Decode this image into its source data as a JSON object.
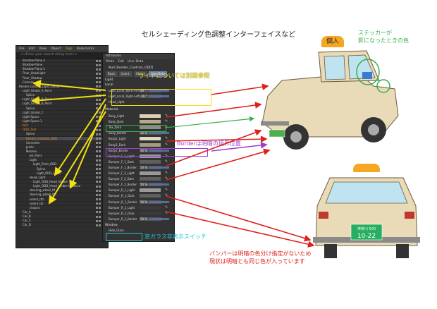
{
  "title": "セルシェーディング色調整インターフェイスなど",
  "object_manager": {
    "menu": [
      "File",
      "Edit",
      "View",
      "Object",
      "Tags",
      "Bookmarks"
    ],
    "search_placeholder": "<<Enter your search string here>>",
    "rows": [
      {
        "label": "Shadow-Plane.2",
        "indent": 1
      },
      {
        "label": "Shadow-Plane",
        "indent": 1
      },
      {
        "label": "Shadow-Plane.1",
        "indent": 1
      },
      {
        "label": "Floor_HeadLight",
        "indent": 1
      },
      {
        "label": "Floor_Shadow",
        "indent": 1
      },
      {
        "label": "Camera",
        "indent": 1
      },
      {
        "label": "Render_Control_Light_Global",
        "indent": 0
      },
      {
        "label": "Light_Global_A_Point",
        "indent": 1
      },
      {
        "label": "Spline",
        "indent": 2
      },
      {
        "label": "Light_Global_B_Point",
        "indent": 1
      },
      {
        "label": "Light_Global_B_Point",
        "indent": 1
      },
      {
        "label": "Spline",
        "indent": 2
      },
      {
        "label": "Light_Global_C",
        "indent": 1
      },
      {
        "label": "Light-Space",
        "indent": 1
      },
      {
        "label": "Light-Space.1",
        "indent": 1
      },
      {
        "label": "Null",
        "indent": 1,
        "orange": true
      },
      {
        "label": "ODD_Test",
        "indent": 1,
        "orange": true
      },
      {
        "label": "Spline",
        "indent": 2
      },
      {
        "label": "Render_Controls_ODD",
        "indent": 2,
        "orange": true
      },
      {
        "label": "Controller",
        "indent": 2
      },
      {
        "label": "Joints",
        "indent": 2
      },
      {
        "label": "Meshes",
        "indent": 2
      },
      {
        "label": "Jet_Point",
        "indent": 3
      },
      {
        "label": "Light",
        "indent": 3
      },
      {
        "label": "Light_Point_ODD",
        "indent": 4
      },
      {
        "label": "Spline",
        "indent": 5
      },
      {
        "label": "Light_ODD_Local",
        "indent": 5
      },
      {
        "label": "Head_Light",
        "indent": 3
      },
      {
        "label": "Light_ODD_Head_Visible",
        "indent": 4
      },
      {
        "label": "Light_ODD_Head_Visible Instance",
        "indent": 4
      },
      {
        "label": "steering_wheel_tfl",
        "indent": 3
      },
      {
        "label": "steering_wheel_tfh",
        "indent": 3
      },
      {
        "label": "solent_tfd",
        "indent": 3
      },
      {
        "label": "solent_tbr",
        "indent": 3
      },
      {
        "label": "chassis",
        "indent": 3
      },
      {
        "label": "Car_A",
        "indent": 1
      },
      {
        "label": "Car_B",
        "indent": 1
      },
      {
        "label": "Car_C",
        "indent": 1
      },
      {
        "label": "Car_D",
        "indent": 1
      }
    ]
  },
  "attribute_manager": {
    "header": "Attributes",
    "menu": [
      "Mode",
      "Edit",
      "User Data"
    ],
    "object": "Null [Render_Controls_ODD]",
    "tabs": [
      "Basic",
      "Coord.",
      "Object",
      "User Data"
    ],
    "active_tab": "User Data",
    "sections": {
      "light": "Light",
      "local": "Local",
      "material": "Material",
      "window": "Window"
    },
    "local_rows": [
      {
        "label": "Light_Local_Back-Front",
        "value": "40 °"
      },
      {
        "label": "Light_Local_Right-Left",
        "value": "-20 °"
      },
      {
        "label": "Head_Light",
        "value": ""
      }
    ],
    "material_rows": [
      {
        "label": "Body_Light",
        "kind": "swatch",
        "color": "#ddd0b7"
      },
      {
        "label": "Body_Dark",
        "kind": "swatch",
        "color": "#b8a88a"
      },
      {
        "label": "Tox_Dark",
        "kind": "swatch",
        "color": "#8c8c8c"
      },
      {
        "label": "Body_Border",
        "kind": "value",
        "value": "56 %"
      },
      {
        "label": "Body2_Light",
        "kind": "swatch",
        "color": "#e3d6bf"
      },
      {
        "label": "Body2_Dark",
        "kind": "swatch",
        "color": "#a79a82"
      },
      {
        "label": "Body2_Border",
        "kind": "value",
        "value": "56 %"
      },
      {
        "label": "Bumper_F_1_Light",
        "kind": "swatch",
        "color": "#9a9a9a"
      },
      {
        "label": "Bumper_F_1_Dark",
        "kind": "swatch",
        "color": "#5f5f5f"
      },
      {
        "label": "Bumper_F_1_Border",
        "kind": "value",
        "value": "50 %"
      },
      {
        "label": "Bumper_F_2_Light",
        "kind": "swatch",
        "color": "#9a9a9a"
      },
      {
        "label": "Bumper_F_2_Dark",
        "kind": "swatch",
        "color": "#5f5f5f"
      },
      {
        "label": "Bumper_F_2_Border",
        "kind": "value",
        "value": "50 %"
      },
      {
        "label": "Bumper_R_1_Light",
        "kind": "swatch",
        "color": "#9a9a9a"
      },
      {
        "label": "Bumper_R_1_Dark",
        "kind": "swatch",
        "color": "#5f5f5f"
      },
      {
        "label": "Bumper_R_1_Border",
        "kind": "value",
        "value": "50 %"
      },
      {
        "label": "Bumper_R_2_Light",
        "kind": "swatch",
        "color": "#3a3a3a"
      },
      {
        "label": "Bumper_R_2_Dark",
        "kind": "swatch",
        "color": "#3a3a3a"
      },
      {
        "label": "Bumper_R_2_Border",
        "kind": "value",
        "value": "50 %"
      }
    ],
    "window_row": {
      "label": "Hide_Glass"
    }
  },
  "annotations": {
    "light_ref": "ライトについては別図参照",
    "sticker": "ステッカーが\n影になったときの色",
    "border": "Borderは明暗の境界位置",
    "glass": "窓ガラス非表示スイッチ",
    "bumper": "バンパーは明暗の色分け指定がないため\n現状は明暗とも同じ色が入っています"
  },
  "taxi": {
    "sign": "個人",
    "plate_top": "神奈川 500",
    "plate_number": "10-22"
  },
  "colors": {
    "yellow": "#f2e010",
    "green": "#34b04a",
    "purple": "#9a3fd0",
    "red": "#e0201a",
    "cyan": "#22c4d8",
    "cream": "#eadbb8"
  }
}
